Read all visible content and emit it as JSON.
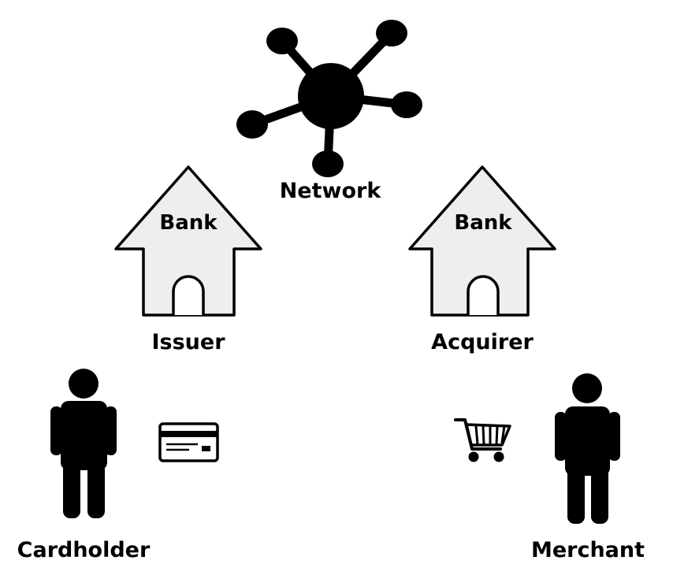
{
  "colors": {
    "ink": "#000000",
    "house_fill": "#eeeeee",
    "background": "#ffffff"
  },
  "network": {
    "label": "Network",
    "icon": "network-hub-icon"
  },
  "issuer": {
    "house_label": "Bank",
    "label": "Issuer",
    "icon": "bank-house-icon"
  },
  "acquirer": {
    "house_label": "Bank",
    "label": "Acquirer",
    "icon": "bank-house-icon"
  },
  "cardholder": {
    "label": "Cardholder",
    "icon": "person-icon",
    "item_icon": "credit-card-icon"
  },
  "merchant": {
    "label": "Merchant",
    "icon": "person-icon",
    "item_icon": "shopping-cart-icon"
  }
}
